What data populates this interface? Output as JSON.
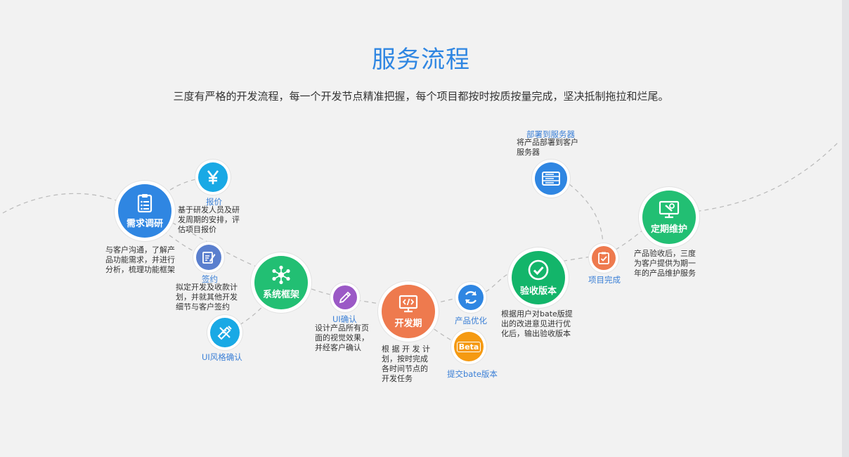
{
  "page": {
    "title": "服务流程",
    "subtitle": "三度有严格的开发流程，每一个开发节点精准把握，每个项目都按时按质按量完成，坚决抵制拖拉和烂尾。"
  },
  "colors": {
    "blue": "#2f86e2",
    "green": "#22bf73",
    "orange": "#ee7a4e",
    "purple": "#9b59c6",
    "amber": "#f59a12",
    "cyan": "#19a9e5",
    "slate": "#5a7fce",
    "label": "#3a7fd6"
  },
  "nodes": {
    "research": {
      "label": "需求调研",
      "icon": "clipboard-list-icon",
      "desc": [
        "与客户沟通，了解产",
        "品功能需求，并进行",
        "分析，梳理功能框架"
      ]
    },
    "quote": {
      "label": "报价",
      "icon": "yen-icon",
      "desc": [
        "基于研发人员及研",
        "发周期的安排，评",
        "估项目报价"
      ]
    },
    "contract": {
      "label": "签约",
      "icon": "edit-document-icon",
      "desc": [
        "拟定开发及收款计",
        "划，并就其他开发",
        "细节与客户签约"
      ]
    },
    "framework": {
      "label": "系统框架",
      "icon": "network-hub-icon"
    },
    "ui_style": {
      "label": "UI风格确认",
      "icon": "pencil-ruler-icon"
    },
    "ui_confirm": {
      "label": "UI确认",
      "icon": "pencil-icon",
      "desc": [
        "设计产品所有页",
        "面的视觉效果，",
        "并经客户确认"
      ]
    },
    "develop": {
      "label": "开发期",
      "icon": "code-monitor-icon",
      "desc": [
        "根 据 开 发 计",
        "划，按时完成",
        "各时间节点的",
        "开发任务"
      ]
    },
    "optimize": {
      "label": "产品优化",
      "icon": "refresh-icon"
    },
    "beta": {
      "label": "提交bate版本",
      "icon": "beta-badge-icon",
      "badge": "Beta"
    },
    "acceptance": {
      "label": "验收版本",
      "icon": "check-circle-icon",
      "desc": [
        "根据用户对bate版提",
        "出的改进意见进行优",
        "化后，输出验收版本"
      ]
    },
    "done": {
      "label": "项目完成",
      "icon": "checklist-icon"
    },
    "deploy": {
      "label": "部署到服务器",
      "icon": "server-icon",
      "desc": [
        "将产品部署到客户",
        "服务器"
      ]
    },
    "maintain": {
      "label": "定期维护",
      "icon": "monitor-tools-icon",
      "desc": [
        "产品验收后，三度",
        "为客户提供为期一",
        "年的产品维护服务"
      ]
    }
  }
}
